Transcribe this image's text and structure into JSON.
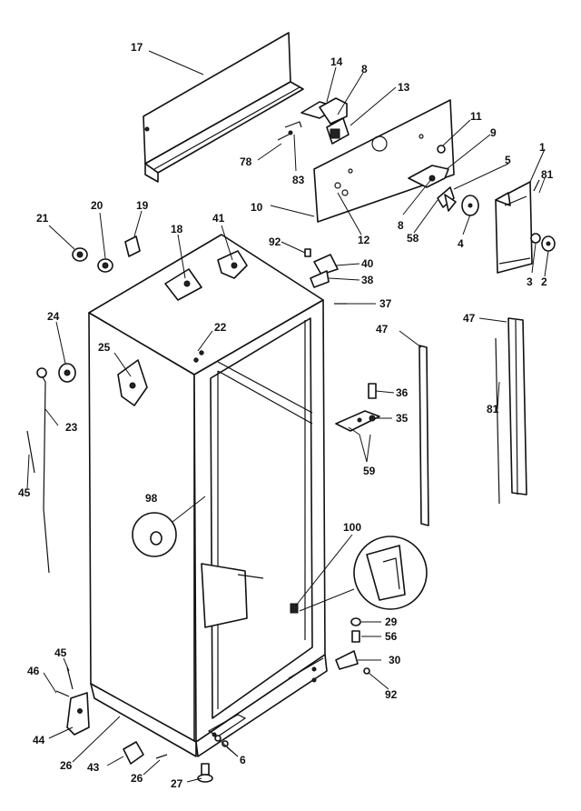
{
  "callouts": [
    {
      "id": "17",
      "label": "17"
    },
    {
      "id": "14",
      "label": "14"
    },
    {
      "id": "8a",
      "label": "8"
    },
    {
      "id": "13",
      "label": "13"
    },
    {
      "id": "11",
      "label": "11"
    },
    {
      "id": "9",
      "label": "9"
    },
    {
      "id": "1",
      "label": "1"
    },
    {
      "id": "5",
      "label": "5"
    },
    {
      "id": "81a",
      "label": "81"
    },
    {
      "id": "78",
      "label": "78"
    },
    {
      "id": "83",
      "label": "83"
    },
    {
      "id": "10",
      "label": "10"
    },
    {
      "id": "12",
      "label": "12"
    },
    {
      "id": "8b",
      "label": "8"
    },
    {
      "id": "58",
      "label": "58"
    },
    {
      "id": "4",
      "label": "4"
    },
    {
      "id": "3",
      "label": "3"
    },
    {
      "id": "2",
      "label": "2"
    },
    {
      "id": "21",
      "label": "21"
    },
    {
      "id": "20",
      "label": "20"
    },
    {
      "id": "19",
      "label": "19"
    },
    {
      "id": "18",
      "label": "18"
    },
    {
      "id": "41",
      "label": "41"
    },
    {
      "id": "92a",
      "label": "92"
    },
    {
      "id": "40",
      "label": "40"
    },
    {
      "id": "38",
      "label": "38"
    },
    {
      "id": "37",
      "label": "37"
    },
    {
      "id": "24",
      "label": "24"
    },
    {
      "id": "22",
      "label": "22"
    },
    {
      "id": "25",
      "label": "25"
    },
    {
      "id": "47a",
      "label": "47"
    },
    {
      "id": "47b",
      "label": "47"
    },
    {
      "id": "23",
      "label": "23"
    },
    {
      "id": "36",
      "label": "36"
    },
    {
      "id": "35",
      "label": "35"
    },
    {
      "id": "81b",
      "label": "81"
    },
    {
      "id": "59",
      "label": "59"
    },
    {
      "id": "45a",
      "label": "45"
    },
    {
      "id": "98",
      "label": "98"
    },
    {
      "id": "100",
      "label": "100"
    },
    {
      "id": "29",
      "label": "29"
    },
    {
      "id": "56",
      "label": "56"
    },
    {
      "id": "30",
      "label": "30"
    },
    {
      "id": "45b",
      "label": "45"
    },
    {
      "id": "46",
      "label": "46"
    },
    {
      "id": "92b",
      "label": "92"
    },
    {
      "id": "44",
      "label": "44"
    },
    {
      "id": "6",
      "label": "6"
    },
    {
      "id": "26a",
      "label": "26"
    },
    {
      "id": "43",
      "label": "43"
    },
    {
      "id": "26b",
      "label": "26"
    },
    {
      "id": "27",
      "label": "27"
    }
  ]
}
